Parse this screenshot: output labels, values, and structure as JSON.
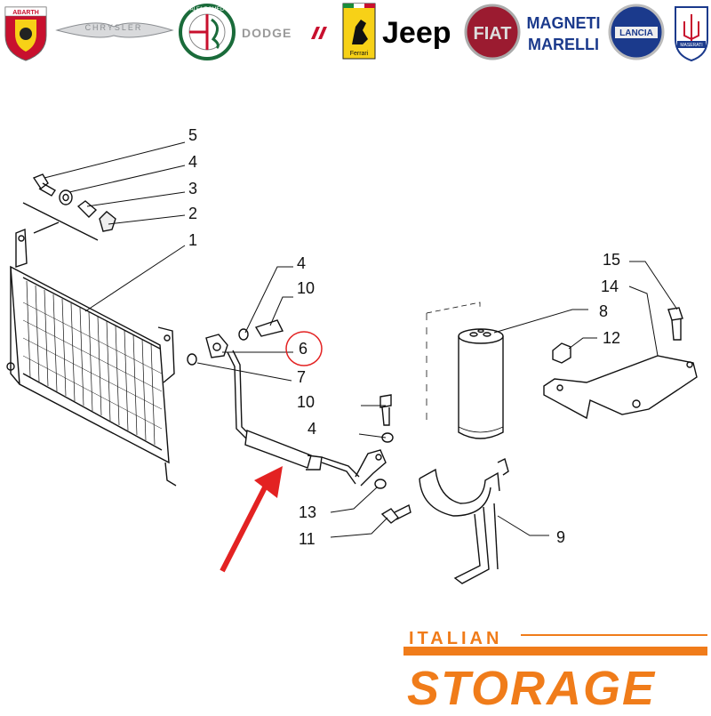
{
  "brands": [
    {
      "name": "Abarth",
      "text": "ABARTH",
      "color": "#c8102e"
    },
    {
      "name": "Chrysler",
      "text": "CHRYSLER",
      "color": "#8a8d91"
    },
    {
      "name": "Alfa Romeo",
      "text": "ALFA ROMEO",
      "color": "#1a6b3a"
    },
    {
      "name": "Dodge",
      "text": "DODGE",
      "color": "#c8102e"
    },
    {
      "name": "Ferrari",
      "text": "Ferrari",
      "color": "#f7d117"
    },
    {
      "name": "Jeep",
      "text": "Jeep",
      "color": "#000000"
    },
    {
      "name": "Fiat",
      "text": "FIAT",
      "color": "#9b1b30"
    },
    {
      "name": "Magneti Marelli",
      "text": "MAGNETI MARELLI",
      "color": "#1b3a8c"
    },
    {
      "name": "Lancia",
      "text": "LANCIA",
      "color": "#1b3a8c"
    },
    {
      "name": "Maserati",
      "text": "MASERATI",
      "color": "#1b3a8c"
    }
  ],
  "callouts": [
    "5",
    "4",
    "3",
    "2",
    "1",
    "4",
    "10",
    "6",
    "7",
    "10",
    "4",
    "13",
    "11",
    "8",
    "12",
    "15",
    "14",
    "9"
  ],
  "highlight": {
    "part": "6",
    "color": "#e32222"
  },
  "footer": {
    "line1": "ITALIAN",
    "line2": "STORAGE",
    "color": "#f07c1a"
  }
}
